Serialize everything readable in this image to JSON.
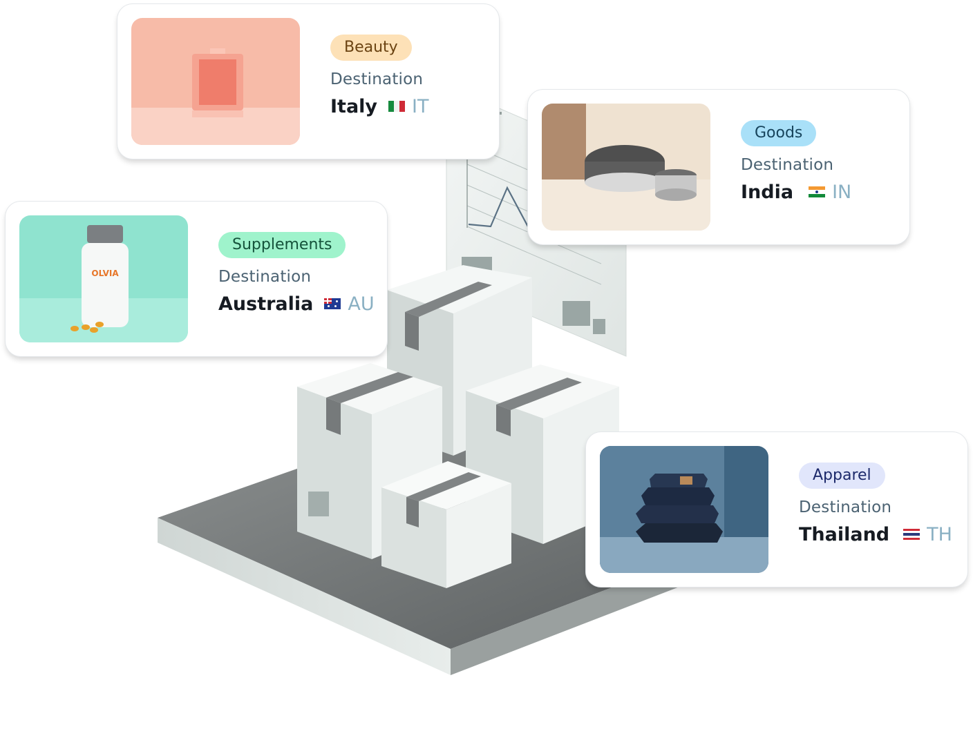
{
  "destination_label": "Destination",
  "shipments": [
    {
      "category": "Beauty",
      "country": "Italy",
      "code": "IT",
      "badge_bg": "#fde1b7",
      "badge_fg": "#6b4312"
    },
    {
      "category": "Goods",
      "country": "India",
      "code": "IN",
      "badge_bg": "#a9e0f8",
      "badge_fg": "#17445c"
    },
    {
      "category": "Supplements",
      "country": "Australia",
      "code": "AU",
      "badge_bg": "#9ff3cc",
      "badge_fg": "#14523a"
    },
    {
      "category": "Apparel",
      "country": "Thailand",
      "code": "TH",
      "badge_bg": "#e1e6fb",
      "badge_fg": "#1d2a6b"
    }
  ],
  "product_label": "OLVIA",
  "colors": {
    "flag_code": "#8ab0c3",
    "country": "#161b22",
    "destination": "#4b6272"
  }
}
